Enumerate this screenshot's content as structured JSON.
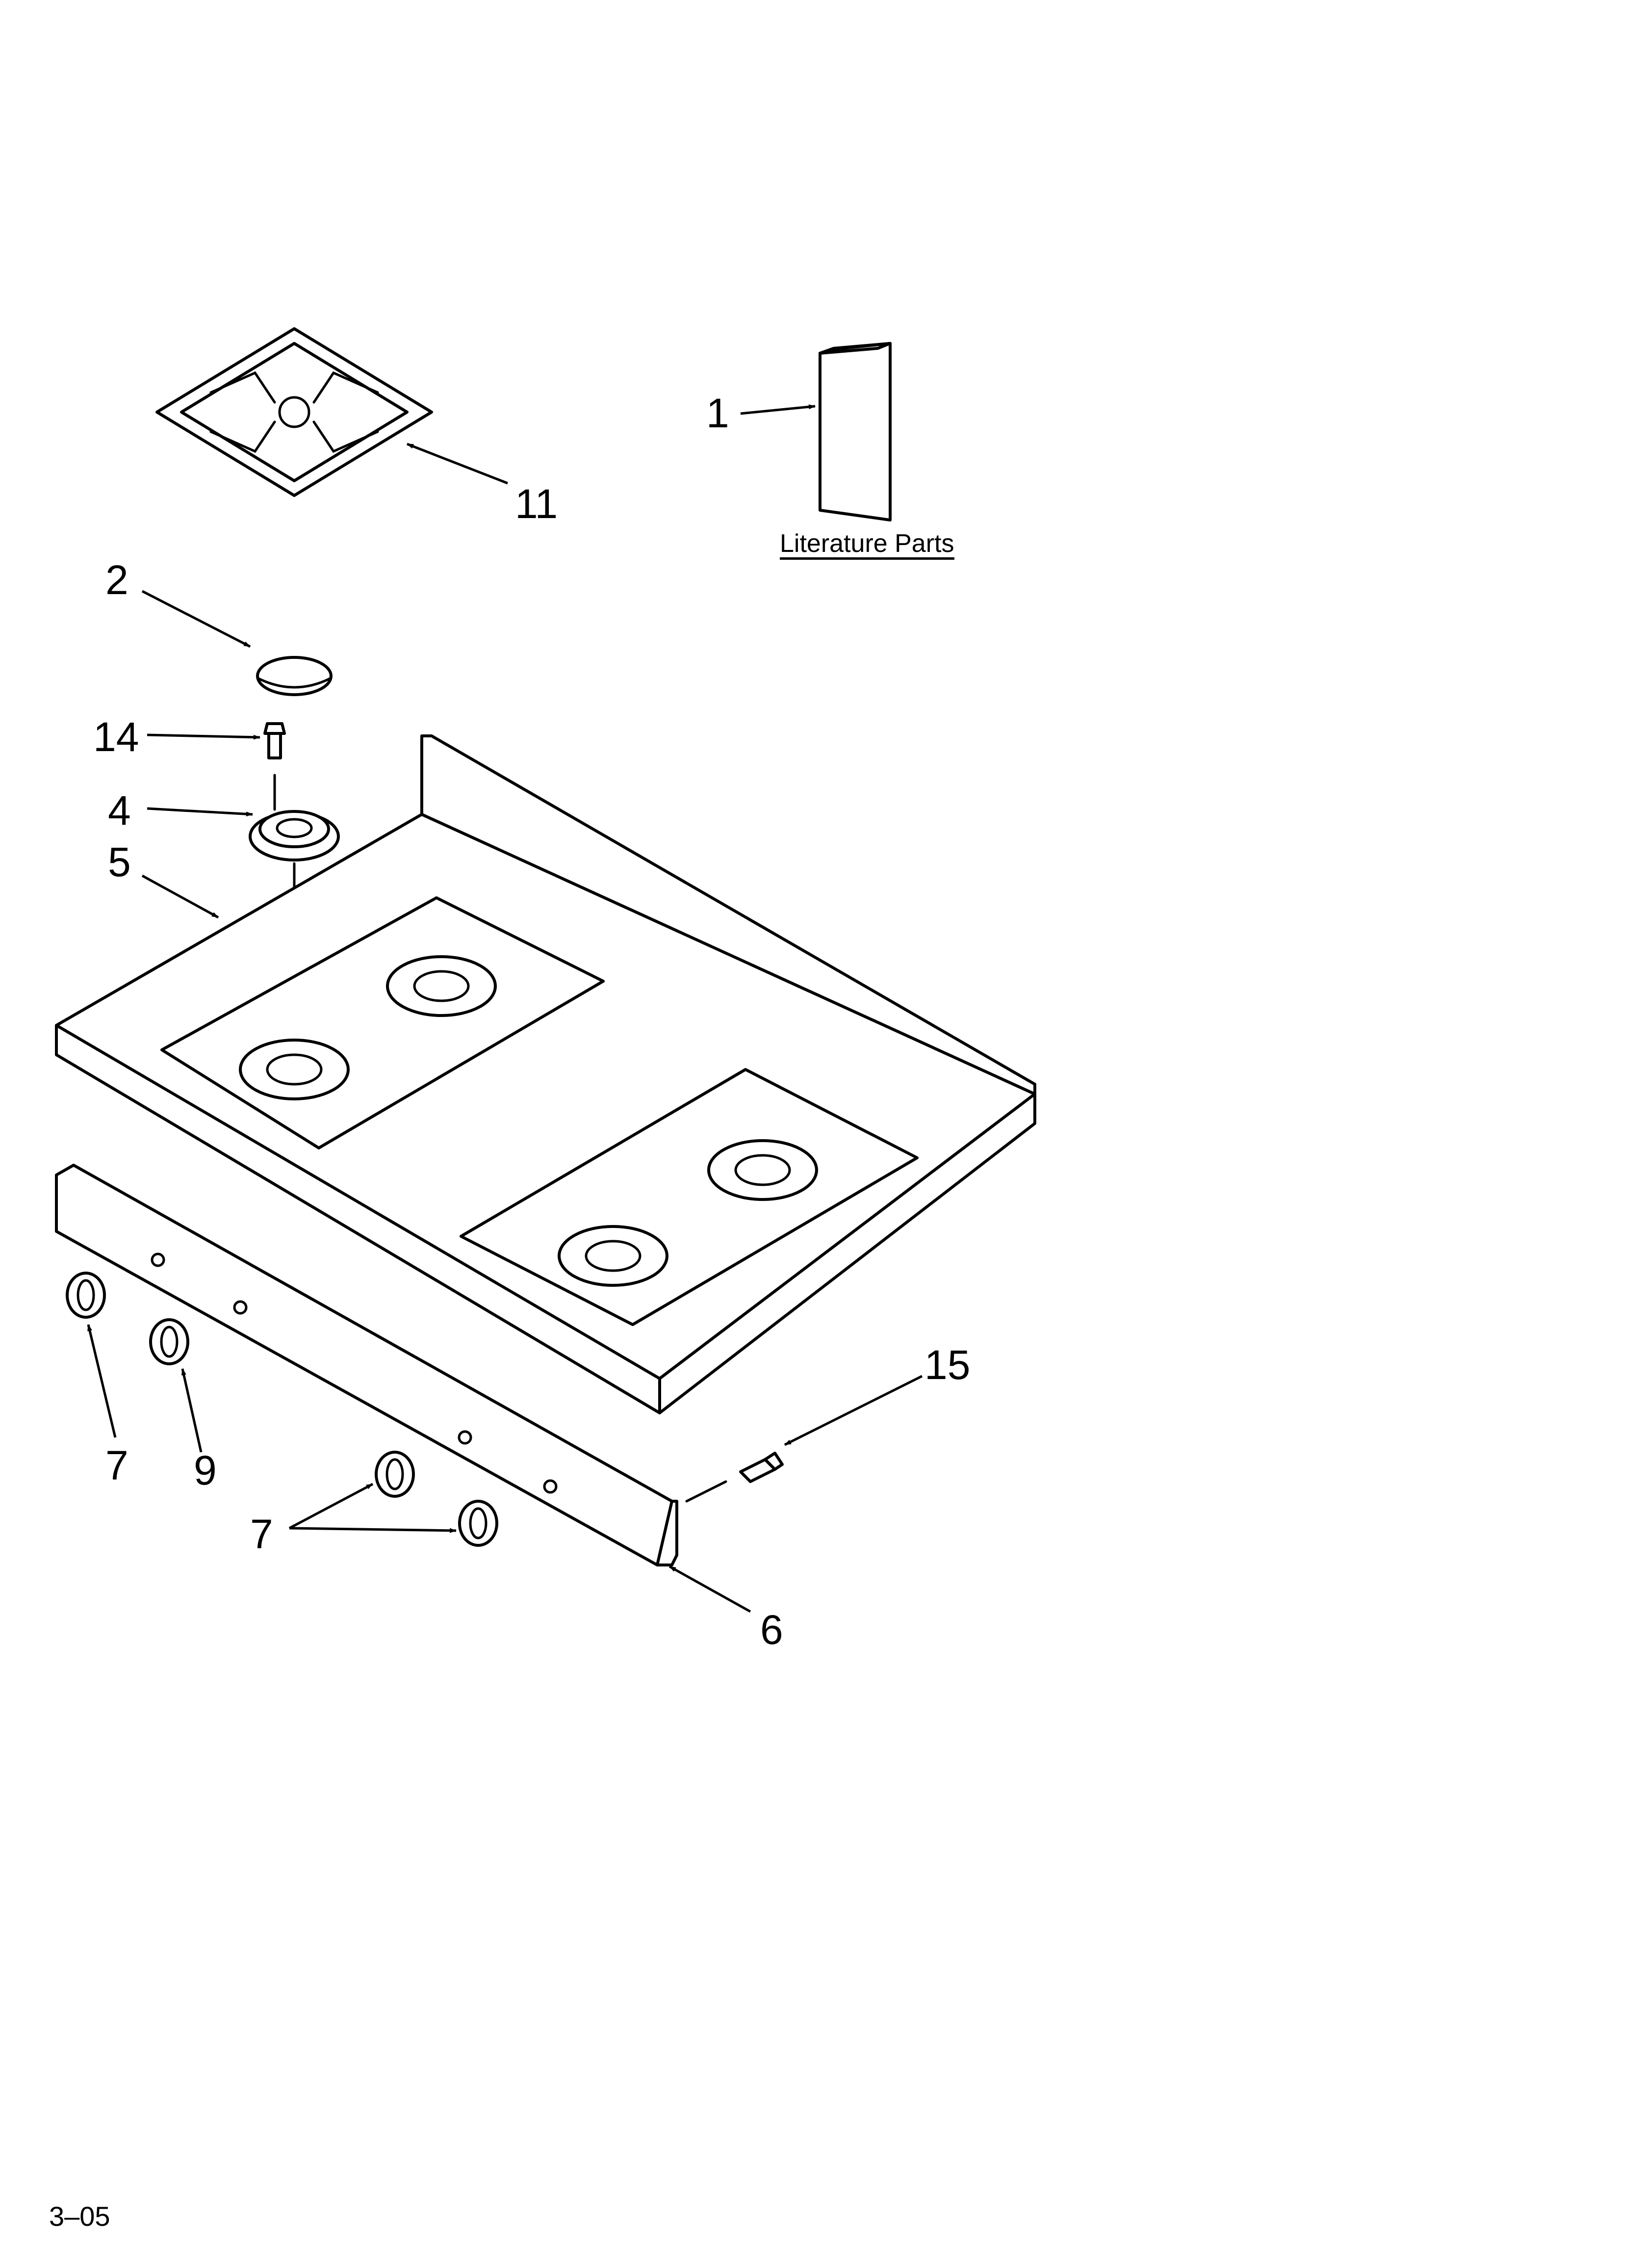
{
  "callouts": {
    "c1": "1",
    "c2": "2",
    "c4": "4",
    "c5": "5",
    "c6": "6",
    "c7a": "7",
    "c7b": "7",
    "c9": "9",
    "c11": "11",
    "c14": "14",
    "c15": "15"
  },
  "literature_label": "Literature Parts",
  "footer_code": "3–05"
}
